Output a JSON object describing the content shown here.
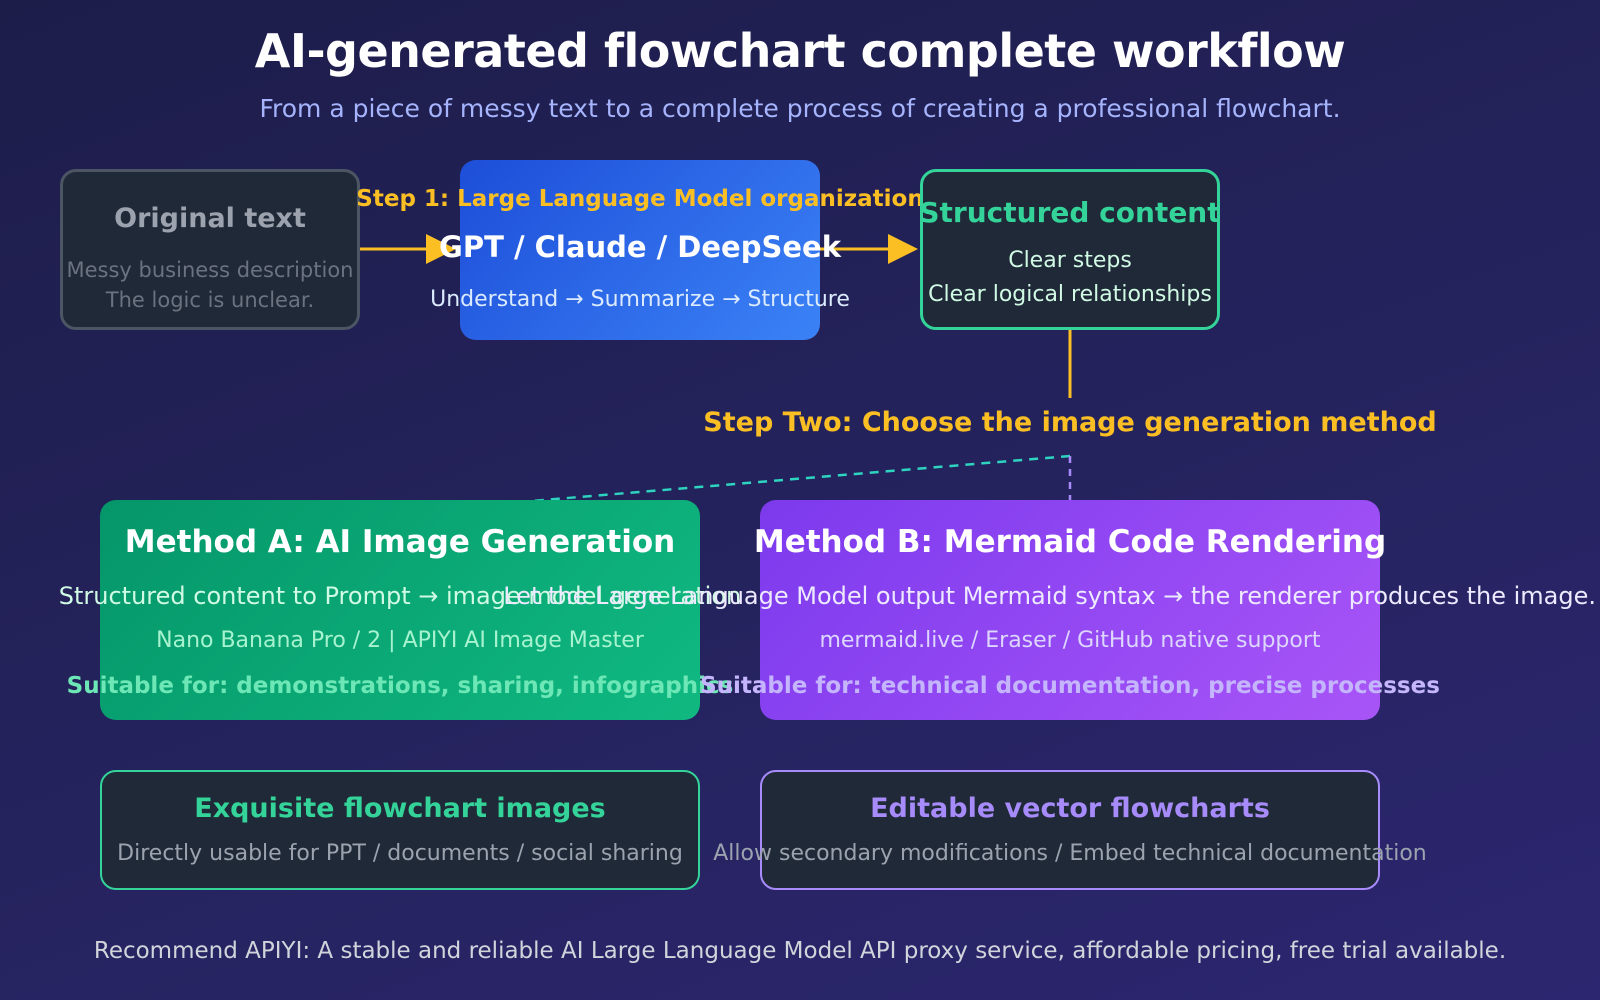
{
  "title": "AI-generated flowchart complete workflow",
  "subtitle": "From a piece of messy text to a complete process of creating a professional flowchart.",
  "original": {
    "title": "Original text",
    "line1": "Messy business description",
    "line2": "The logic is unclear."
  },
  "step1": "Step 1: Large Language Model organization",
  "llm": {
    "title": "GPT / Claude / DeepSeek",
    "sub": "Understand → Summarize → Structure"
  },
  "structured": {
    "title": "Structured content",
    "line1": "Clear steps",
    "line2": "Clear logical relationships"
  },
  "step2": "Step Two: Choose the image generation method",
  "method_a": {
    "title": "Method A: AI Image Generation",
    "line1": "Structured content to Prompt → image model generation",
    "line2": "Nano Banana Pro / 2 | APIYI AI Image Master",
    "line3": "Suitable for: demonstrations, sharing, infographics"
  },
  "method_b": {
    "title": "Method B: Mermaid Code Rendering",
    "line1": "Let the Large Language Model output Mermaid syntax → the renderer produces the image.",
    "line2": "mermaid.live / Eraser / GitHub native support",
    "line3": "Suitable for: technical documentation, precise processes"
  },
  "output_a": {
    "title": "Exquisite flowchart images",
    "sub": "Directly usable for PPT / documents / social sharing"
  },
  "output_b": {
    "title": "Editable vector flowcharts",
    "sub": "Allow secondary modifications / Embed technical documentation"
  },
  "footer": "Recommend APIYI: A stable and reliable AI Large Language Model API proxy service, affordable pricing, free trial available.",
  "colors": {
    "accent_arrow": "#fbbf24",
    "method_a": "#10b981",
    "method_b": "#a855f7",
    "llm": "#3b82f6"
  }
}
